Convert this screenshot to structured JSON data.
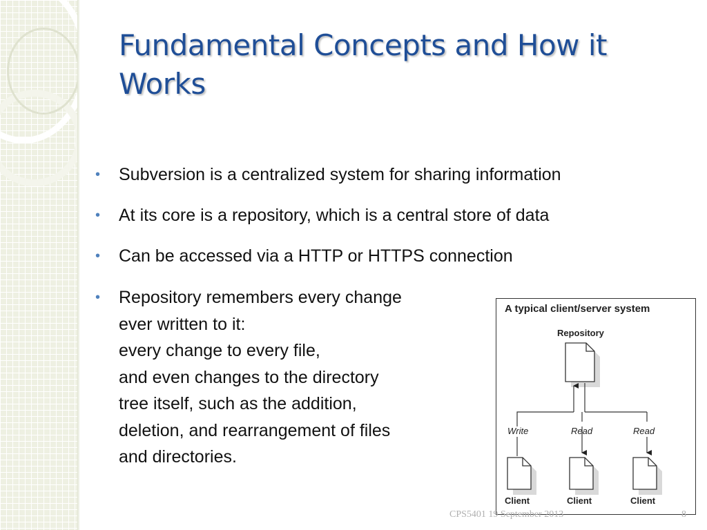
{
  "slide": {
    "title": "Fundamental Concepts and How it Works",
    "bullets": [
      "Subversion is a centralized system for sharing information",
      "At its core is a repository, which is a central store of data",
      "Can be accessed via a HTTP or HTTPS connection"
    ],
    "bullet4_lines": [
      "Repository remembers every change",
      "ever written to it:",
      "every change to every file,",
      "and even changes to the directory",
      "tree itself, such as the addition,",
      "deletion, and rearrangement of files",
      "and directories."
    ],
    "bullet_glyph": "•"
  },
  "diagram": {
    "title": "A typical client/server system",
    "repository_label": "Repository",
    "clients": [
      {
        "label": "Client",
        "action": "Write"
      },
      {
        "label": "Client",
        "action": "Read"
      },
      {
        "label": "Client",
        "action": "Read"
      }
    ]
  },
  "footer": {
    "text": "CPS5401  19 September 2013",
    "page": "8"
  },
  "colors": {
    "title": "#1f4e97",
    "bullet_dot": "#4f81bd",
    "band": "#eef0e2"
  }
}
